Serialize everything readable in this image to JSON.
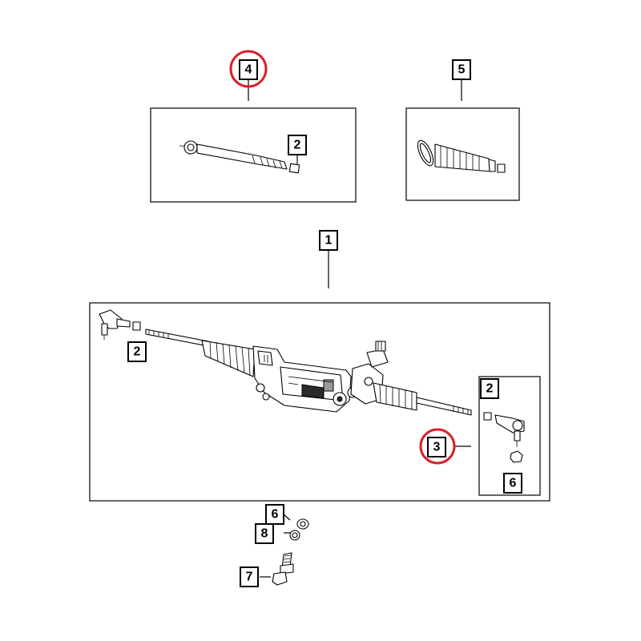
{
  "callouts": {
    "c1": "1",
    "c2_top": "2",
    "c2_left": "2",
    "c2_right": "2",
    "c3": "3",
    "c4": "4",
    "c5": "5",
    "c6_right": "6",
    "c6_bottom": "6",
    "c7": "7",
    "c8": "8"
  },
  "colors": {
    "highlight": "#d9202a",
    "line": "#000000"
  },
  "highlighted_callouts": [
    "4",
    "3"
  ]
}
